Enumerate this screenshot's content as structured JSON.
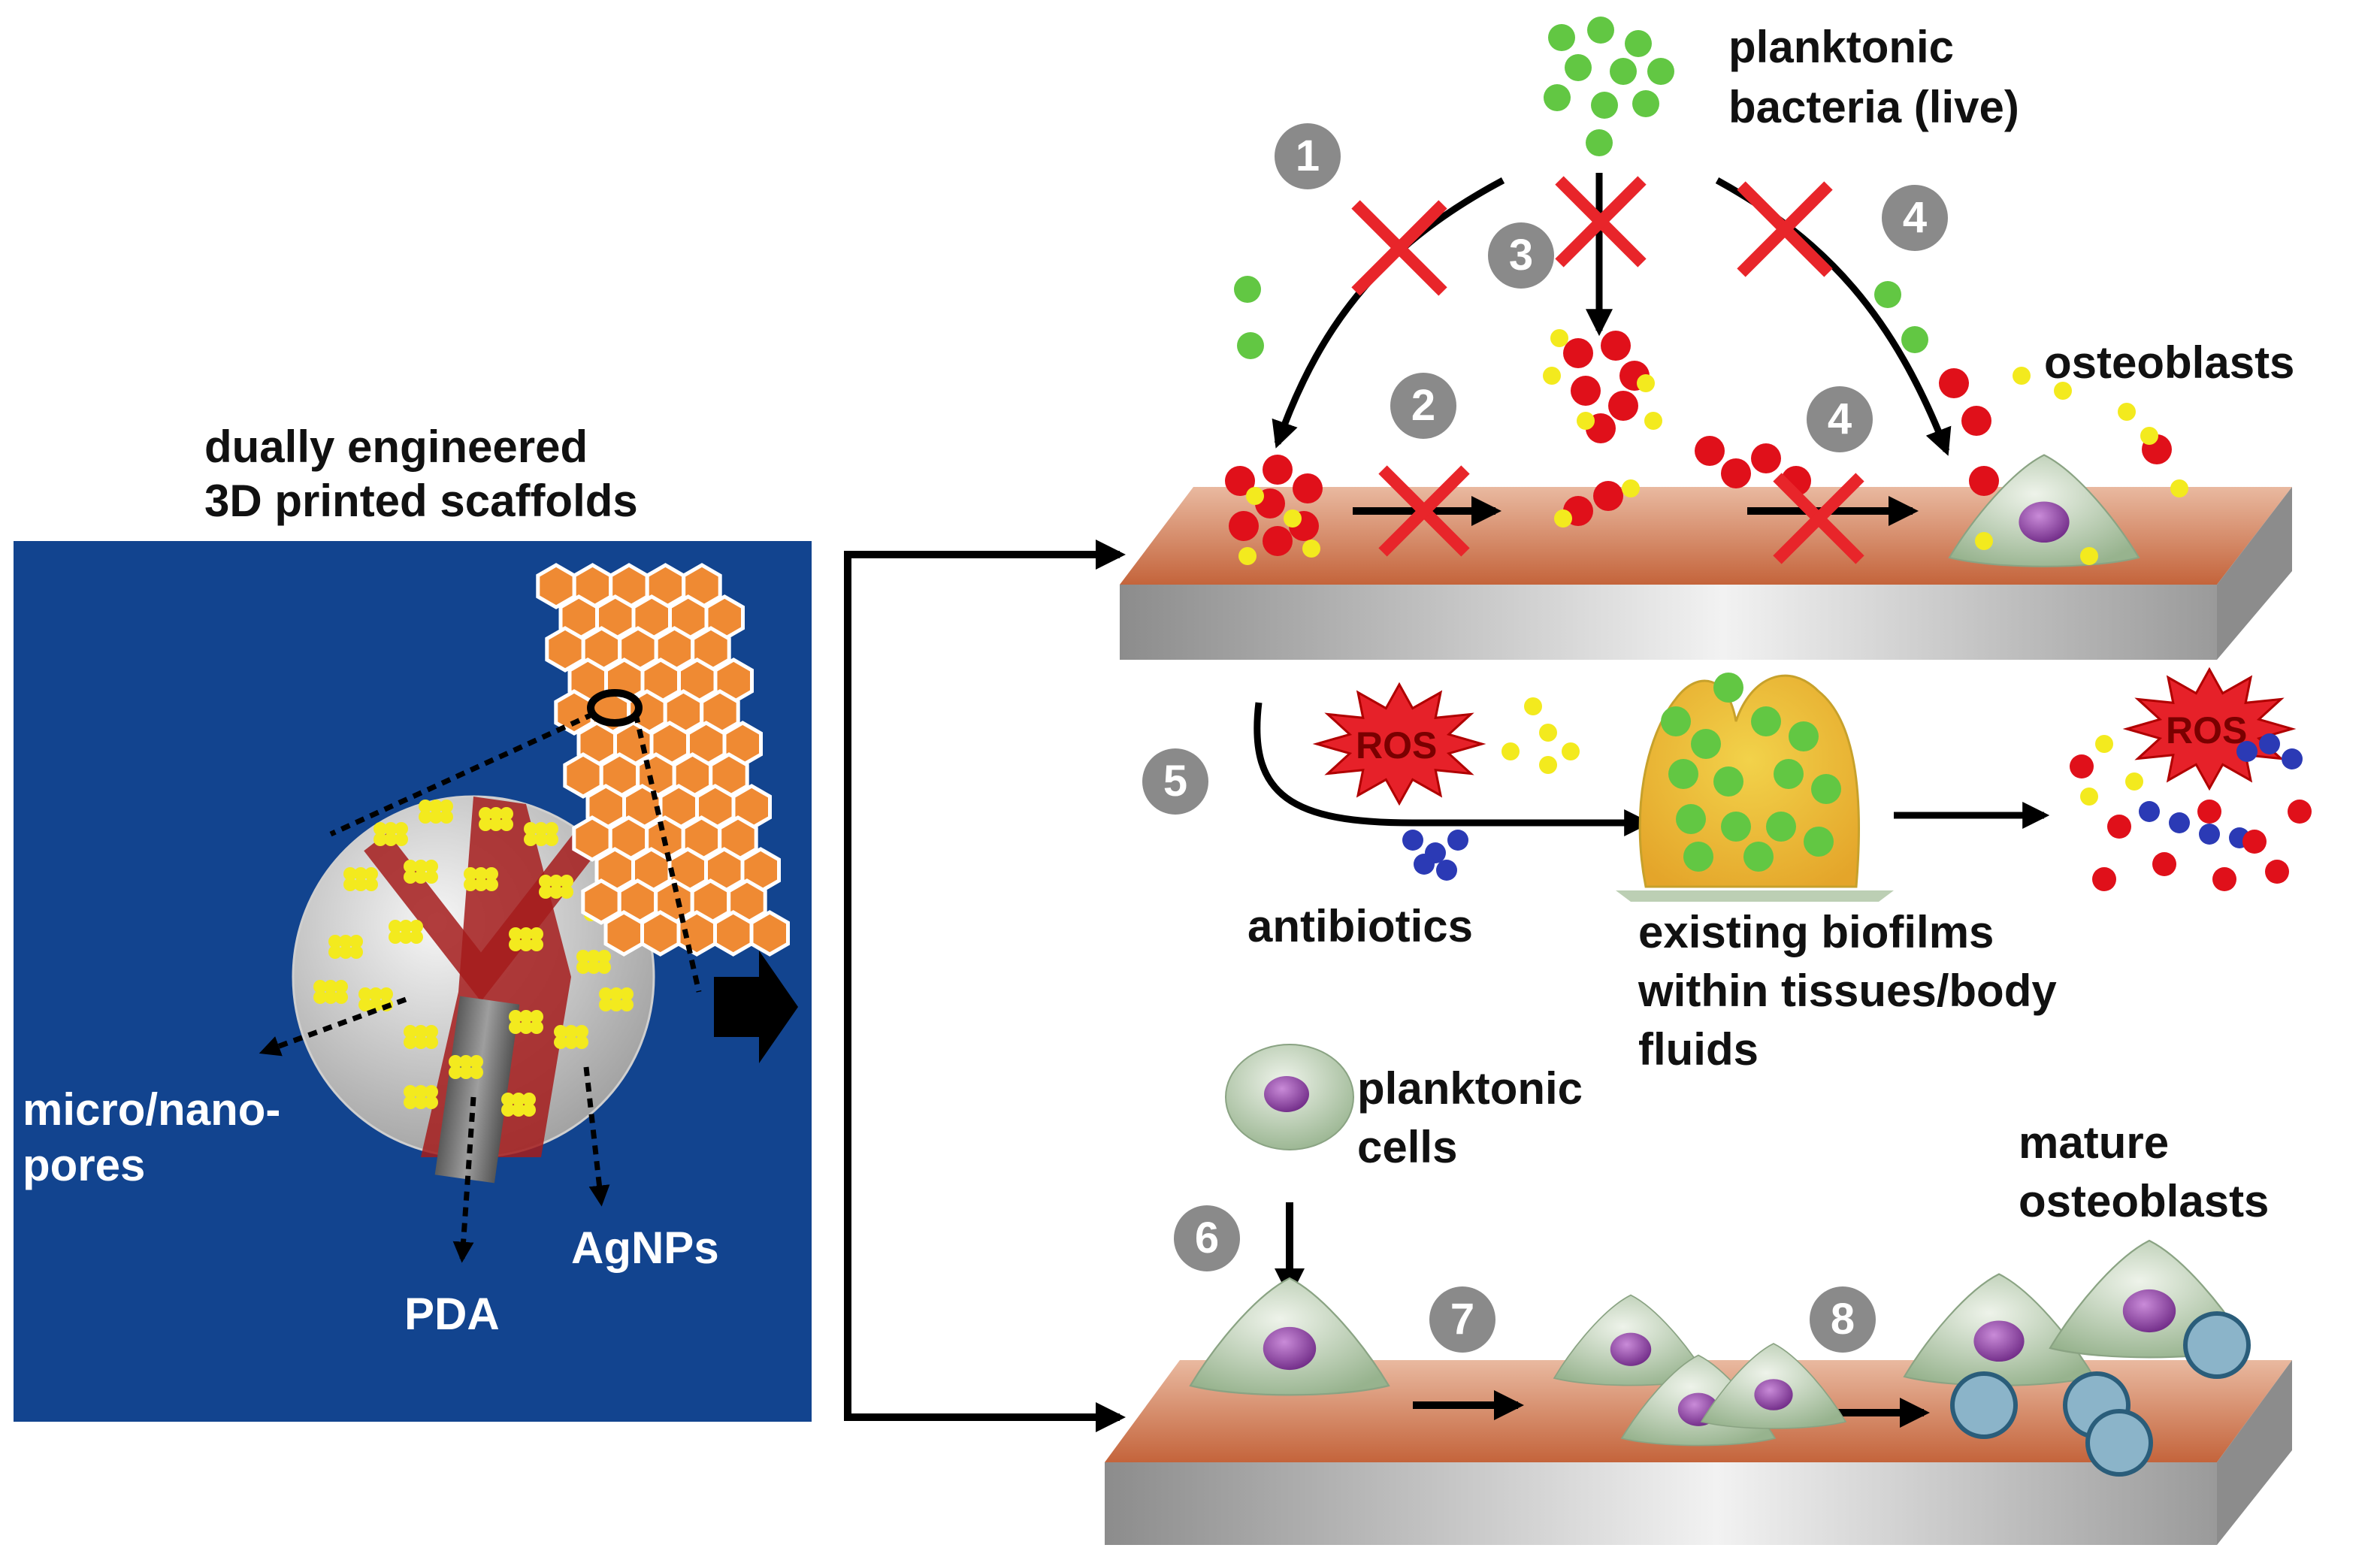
{
  "labels": {
    "scaffold_title_1": "dually engineered",
    "scaffold_title_2": "3D printed scaffolds",
    "pores_1": "micro/nano-",
    "pores_2": "pores",
    "pda": "PDA",
    "agnps": "AgNPs",
    "planktonic_bacteria_1": "planktonic",
    "planktonic_bacteria_2": "bacteria (live)",
    "osteoblasts": "osteoblasts",
    "ros": "ROS",
    "antibiotics": "antibiotics",
    "biofilms_1": "existing biofilms",
    "biofilms_2": "within tissues/body",
    "biofilms_3": "fluids",
    "planktonic_cells_1": "planktonic",
    "planktonic_cells_2": "cells",
    "mature_1": "mature",
    "mature_2": "osteoblasts"
  },
  "steps": [
    "1",
    "2",
    "3",
    "4",
    "4",
    "5",
    "6",
    "7",
    "8"
  ],
  "colors": {
    "panel_blue": "#12448f",
    "bacteria_live": "#62c743",
    "bacteria_dead": "#e0101a",
    "silver_particle": "#f3ea1e",
    "antibiotic": "#2b3ab5",
    "block_top": "#c9744d",
    "block_side": "#a8a8a8",
    "cell_body": "#b7cdb0",
    "nucleus": "#8a3fa0",
    "scaffold": "#ef8a33",
    "inhibit_x": "#e8252a"
  }
}
